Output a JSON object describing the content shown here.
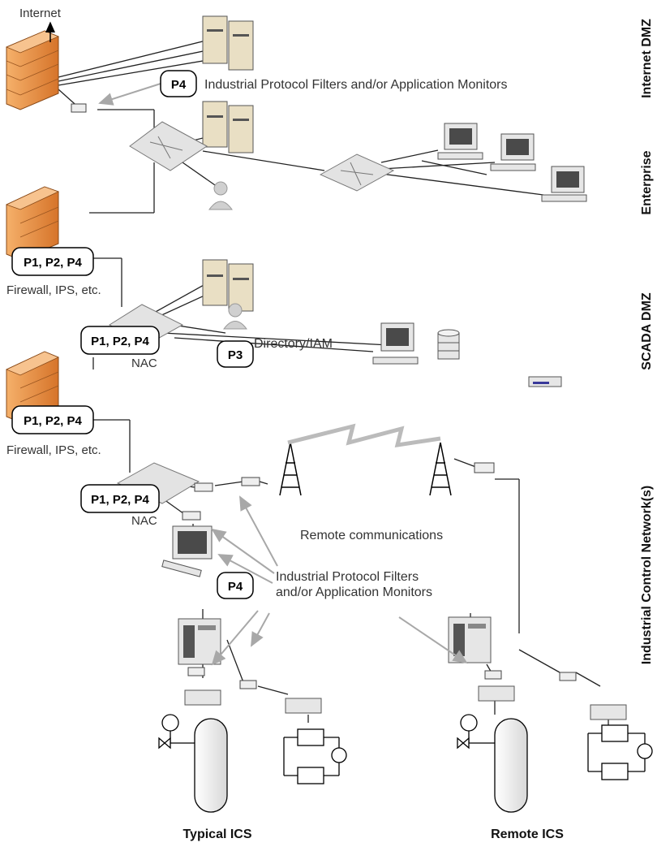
{
  "labels": {
    "internet": "Internet",
    "filters_top": "Industrial Protocol Filters and/or Application Monitors",
    "firewall_1": "Firewall, IPS, etc.",
    "firewall_2": "Firewall, IPS, etc.",
    "directory": "Directory/IAM",
    "nac_1": "NAC",
    "nac_2": "NAC",
    "remote_comms": "Remote communications",
    "filters_bottom_line1": "Industrial Protocol Filters",
    "filters_bottom_line2": "and/or Application Monitors",
    "typical_ics": "Typical ICS",
    "remote_ics": "Remote ICS"
  },
  "zones": {
    "internet_dmz": "Internet DMZ",
    "enterprise": "Enterprise",
    "scada_dmz": "SCADA DMZ",
    "ics": "Industrial Control Network(s)"
  },
  "badges": {
    "p4_top": "P4",
    "fw1": "P1, P2, P4",
    "nac1": "P1, P2, P4",
    "p3": "P3",
    "fw2": "P1, P2, P4",
    "nac2": "P1, P2, P4",
    "p4_bottom": "P4"
  },
  "colors": {
    "firewall_orange": "#e8923c",
    "firewall_dark": "#b0581c",
    "server_beige": "#e9dfc4",
    "switch_gray": "#d9d9d9",
    "arrow_gray": "#999999"
  }
}
